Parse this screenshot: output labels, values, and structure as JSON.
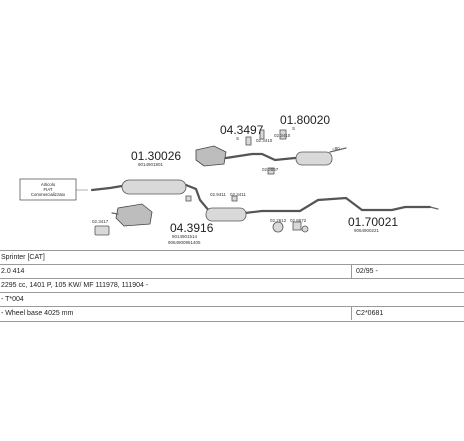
{
  "diagram": {
    "note_lines": [
      "Articolo",
      "FIAT",
      "Commercializzato"
    ],
    "parts": [
      {
        "key": "p1",
        "code": "01.30026",
        "ref": "9014901801"
      },
      {
        "key": "p2",
        "code": "04.3497",
        "ref": "S"
      },
      {
        "key": "p3",
        "code": "01.80020",
        "ref": "S"
      },
      {
        "key": "p4",
        "code": "04.3916",
        "ref": "9014901514",
        "ref2": "9064900951405"
      },
      {
        "key": "p5",
        "code": "01.70021",
        "ref": "9064900221"
      }
    ],
    "small_labels": {
      "s1": "02.3410",
      "s2": "02.3410",
      "s3": "02.3867",
      "s4": "02.9411",
      "s5": "02.3411",
      "s6": "02.3417",
      "s7": "02.2612",
      "s8": "02.8672",
      "s9": "=80"
    }
  },
  "info": {
    "rows": [
      {
        "main": "Sprinter  [CAT]",
        "side": ""
      },
      {
        "main": "2.0 414",
        "side": "02/95 -"
      },
      {
        "main": "2295 cc, 1401 P, 105 KW/ MF 111978, 111904 -",
        "side": ""
      },
      {
        "main": "- T*004",
        "side": ""
      },
      {
        "main": "- Wheel base 4025 mm",
        "side": "C2*0681"
      }
    ]
  }
}
